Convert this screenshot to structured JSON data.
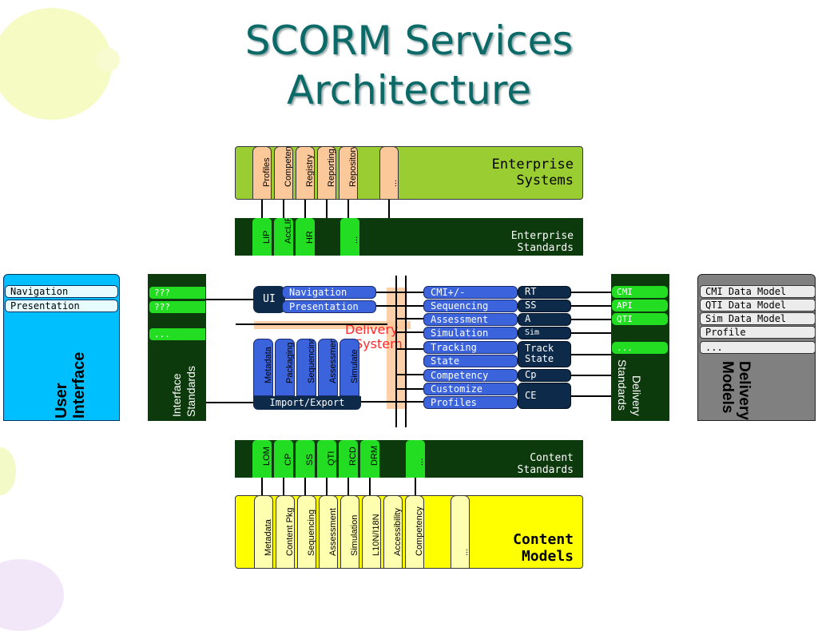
{
  "title": {
    "line1": "SCORM Services",
    "line2": "Architecture"
  },
  "enterprise_systems": {
    "label_line1": "Enterprise",
    "label_line2": "Systems",
    "items": [
      "Profiles",
      "Competency",
      "Registry",
      "Reporting",
      "Repository",
      "..."
    ],
    "color": "#9acd32"
  },
  "enterprise_standards": {
    "label_line1": "Enterprise",
    "label_line2": "Standards",
    "items": [
      "LIP",
      "AccLIP",
      "HR",
      "..."
    ]
  },
  "user_interface": {
    "items": [
      "Navigation",
      "Presentation"
    ],
    "label_line1": "User",
    "label_line2": "Interface",
    "color": "#00bfff"
  },
  "interface_standards": {
    "items": [
      "???",
      "???",
      "..."
    ],
    "label_line1": "Interface",
    "label_line2": "Standards"
  },
  "delivery_system": {
    "ui_label": "UI",
    "ui_items": [
      "Navigation",
      "Presentation"
    ],
    "watermark_line1": "Delivery",
    "watermark_line2": "System",
    "content_items": [
      "Metadata",
      "Packaging",
      "Sequencing",
      "Assessment",
      "Simulate"
    ],
    "import_export": "Import/Export",
    "services": [
      "CMI+/-",
      "Sequencing",
      "Assessment",
      "Simulation",
      "Tracking",
      "State",
      "Competency",
      "Customize",
      "Profiles"
    ],
    "codes": [
      "RT",
      "SS",
      "A",
      "Sim",
      "Track",
      "State",
      "Cp",
      "CE"
    ]
  },
  "delivery_standards": {
    "items": [
      "CMI",
      "API",
      "QTI",
      "..."
    ],
    "label_line1": "Delivery",
    "label_line2": "Standards"
  },
  "delivery_models": {
    "items": [
      "CMI Data Model",
      "QTI Data Model",
      "Sim Data Model",
      "Profile",
      "..."
    ],
    "label_line1": "Delivery",
    "label_line2": "Models",
    "color": "#808080"
  },
  "content_standards": {
    "label_line1": "Content",
    "label_line2": "Standards",
    "items": [
      "LOM",
      "CP",
      "SS",
      "QTI",
      "RCD",
      "DRM",
      "..."
    ]
  },
  "content_models": {
    "label_line1": "Content",
    "label_line2": "Models",
    "items": [
      "Metadata",
      "Content Pkg",
      "Sequencing",
      "Assessment",
      "Simulation",
      "L10N/I18N",
      "Accessibility",
      "Competency",
      "..."
    ],
    "color": "#ffff00"
  }
}
